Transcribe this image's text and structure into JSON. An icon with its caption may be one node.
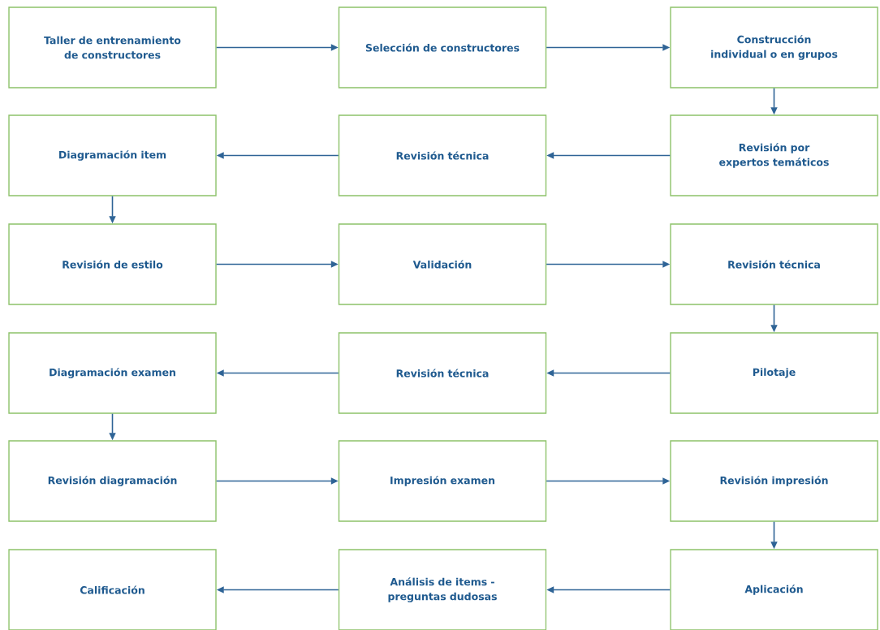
{
  "diagram": {
    "nodes": [
      {
        "text": [
          "Taller de entrenamiento de constructores"
        ]
      },
      {
        "text": [
          "Selección de constructores"
        ]
      },
      {
        "text": [
          "Construcción individual o en grupos"
        ]
      },
      {
        "text": [
          "Diagramación item"
        ]
      },
      {
        "text": [
          "Revisión técnica"
        ]
      },
      {
        "text": [
          "Revisión por expertos temáticos"
        ]
      },
      {
        "text": [
          "Revisión de estilo"
        ]
      },
      {
        "text": [
          "Validación"
        ]
      },
      {
        "text": [
          "Revisión técnica"
        ]
      },
      {
        "text": [
          "Diagramación examen"
        ]
      },
      {
        "text": [
          "Revisión técnica"
        ]
      },
      {
        "text": [
          "Pilotaje"
        ]
      },
      {
        "text": [
          "Revisión diagramación"
        ]
      },
      {
        "text": [
          "Impresión examen"
        ]
      },
      {
        "text": [
          "Revisión impresión"
        ]
      },
      {
        "text": [
          "Calificación"
        ]
      },
      {
        "text": [
          "Análisis de items - preguntas dudosas"
        ]
      },
      {
        "text": [
          "Aplicación"
        ]
      }
    ],
    "edges": [
      {
        "from": 0,
        "to": 1,
        "arrow": "to"
      },
      {
        "from": 1,
        "to": 2,
        "arrow": "to"
      },
      {
        "from": 2,
        "to": 5,
        "arrow": "to"
      },
      {
        "from": 5,
        "to": 4,
        "arrow": "to"
      },
      {
        "from": 4,
        "to": 3,
        "arrow": "to"
      },
      {
        "from": 3,
        "to": 6,
        "arrow": "to"
      },
      {
        "from": 6,
        "to": 7,
        "arrow": "to"
      },
      {
        "from": 7,
        "to": 8,
        "arrow": "to"
      },
      {
        "from": 8,
        "to": 11,
        "arrow": "to"
      },
      {
        "from": 11,
        "to": 10,
        "arrow": "to"
      },
      {
        "from": 10,
        "to": 9,
        "arrow": "to"
      },
      {
        "from": 9,
        "to": 12,
        "arrow": "to"
      },
      {
        "from": 12,
        "to": 13,
        "arrow": "to"
      },
      {
        "from": 13,
        "to": 14,
        "arrow": "to"
      },
      {
        "from": 14,
        "to": 17,
        "arrow": "to"
      },
      {
        "from": 17,
        "to": 16,
        "arrow": "to"
      },
      {
        "from": 16,
        "to": 15,
        "arrow": "to"
      }
    ]
  }
}
